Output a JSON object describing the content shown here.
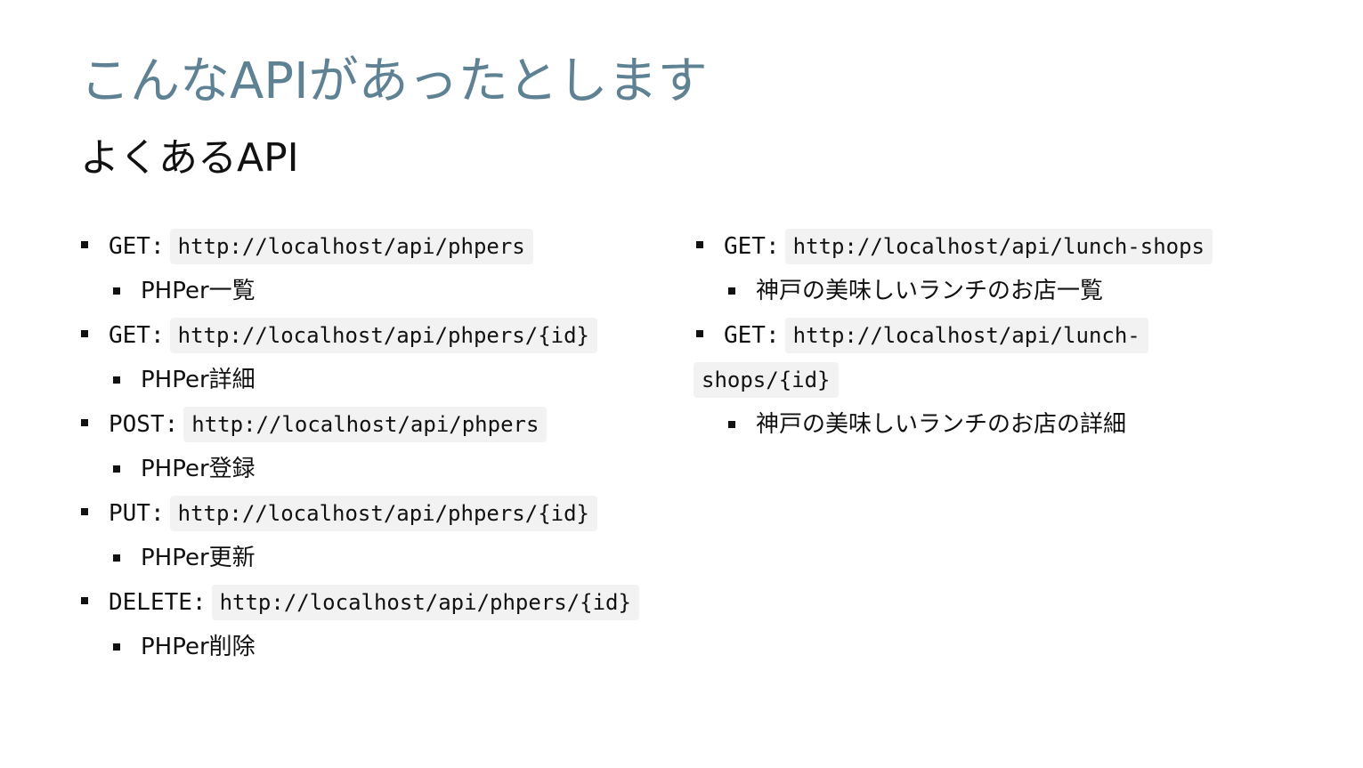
{
  "slide": {
    "title": "こんなAPIがあったとします",
    "subtitle": "よくあるAPI"
  },
  "left_list": [
    {
      "method": "GET:",
      "url": "http://localhost/api/phpers",
      "description": "PHPer一覧"
    },
    {
      "method": "GET:",
      "url": "http://localhost/api/phpers/{id}",
      "description": "PHPer詳細"
    },
    {
      "method": "POST:",
      "url": "http://localhost/api/phpers",
      "description": "PHPer登録"
    },
    {
      "method": "PUT:",
      "url": "http://localhost/api/phpers/{id}",
      "description": "PHPer更新"
    },
    {
      "method": "DELETE:",
      "url": "http://localhost/api/phpers/{id}",
      "description": "PHPer削除"
    }
  ],
  "right_list": [
    {
      "method": "GET:",
      "url": "http://localhost/api/lunch-shops",
      "description": "神戸の美味しいランチのお店一覧"
    },
    {
      "method": "GET:",
      "url_part1": "http://localhost/api/lunch-",
      "url_part2": "shops/{id}",
      "description": "神戸の美味しいランチのお店の詳細"
    }
  ],
  "colors": {
    "title": "#5e8293",
    "text": "#111111",
    "code_background": "#f2f2f2"
  }
}
